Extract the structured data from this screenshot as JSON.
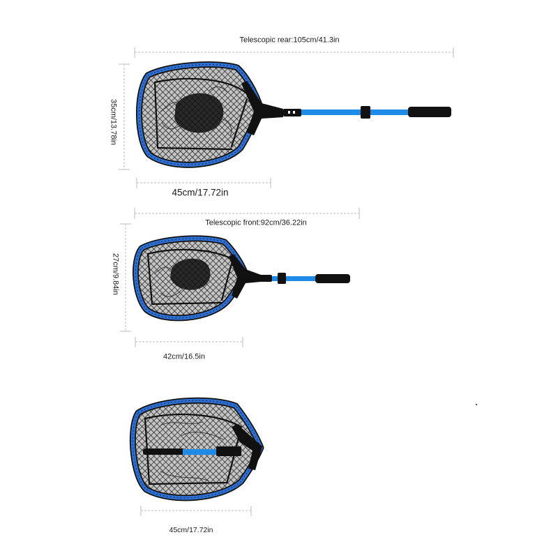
{
  "dimensions": {
    "rear_length": "Telescopic rear:105cm/41.3in",
    "net1_height": "35cm/13.78in",
    "net1_width": "45cm/17.72in",
    "front_length": "Telescopic front:92cm/36.22in",
    "net2_height": "27cm/9.84in",
    "net2_width": "42cm/16.5in",
    "net3_width": "45cm/17.72in"
  },
  "colors": {
    "rim": "#2f6fd0",
    "pole": "#1f8be8",
    "mesh": "#1c1c1c",
    "frame": "#111111",
    "dimension_line": "#bdbdbd",
    "text": "#1a1a1a"
  }
}
